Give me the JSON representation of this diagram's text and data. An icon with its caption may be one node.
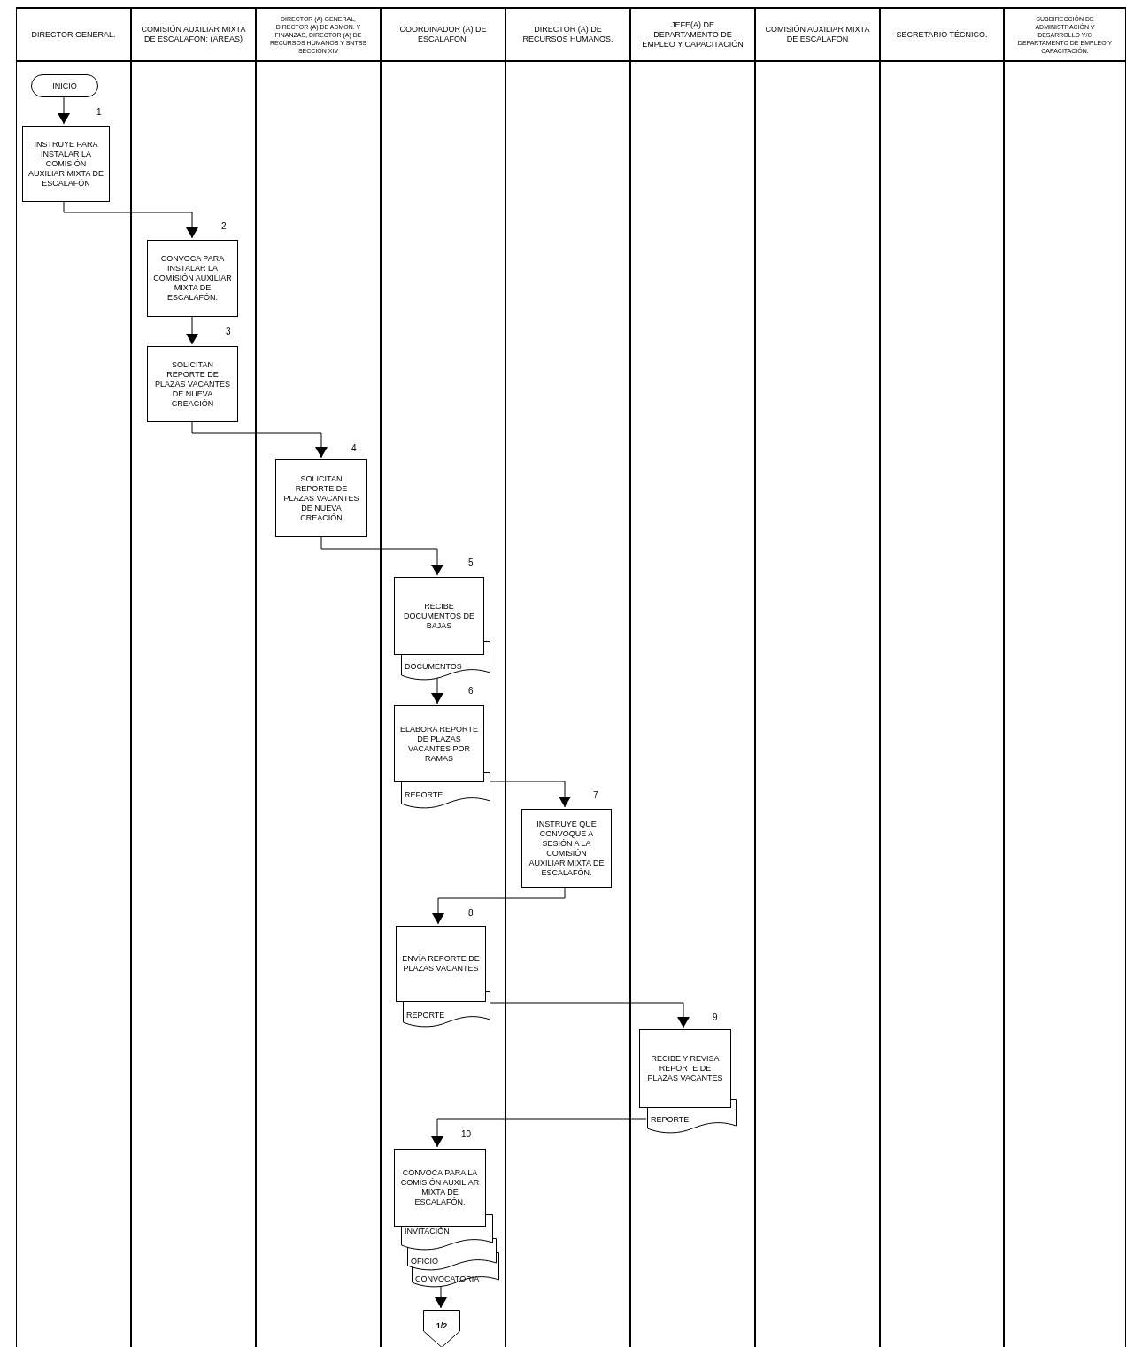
{
  "diagram": {
    "nodes": [
      {
        "text": [
          "DIRECTOR GENERAL."
        ]
      },
      {
        "text": [
          "COMISIÓN AUXILIAR MIXTA DE ESCALAFÓN: (ÁREAS)"
        ]
      },
      {
        "text": [
          "DIRECTOR (A) GENERAL, DIRECTOR (A) DE ADMON. Y FINANZAS, DIRECTOR (A) DE RECURSOS HUMANOS Y SNTSS SECCIÓN XIV"
        ]
      },
      {
        "text": [
          "COORDINADOR (A) DE ESCALAFÓN."
        ]
      },
      {
        "text": [
          "DIRECTOR (A) DE RECURSOS HUMANOS."
        ]
      },
      {
        "text": [
          "JEFE(A) DE DEPARTAMENTO DE EMPLEO Y CAPACITACIÓN"
        ]
      },
      {
        "text": [
          "COMISIÓN AUXILIAR MIXTA DE ESCALAFÓN"
        ]
      },
      {
        "text": [
          "SECRETARIO TÉCNICO."
        ]
      },
      {
        "text": [
          "SUBDIRECCIÓN DE ADMINISTRACIÓN Y DESARROLLO Y/O DEPARTAMENTO DE EMPLEO Y CAPACITACIÓN."
        ]
      },
      {
        "text": [
          "INICIO"
        ],
        "in": 0
      },
      {
        "text": [
          "INSTRUYE PARA INSTALAR LA COMISIÓN AUXILIAR MIXTA DE ESCALAFÓN"
        ],
        "beside": [
          "1"
        ],
        "in": 0
      },
      {
        "text": [
          "CONVOCA PARA INSTALAR LA COMISIÓN AUXILIAR MIXTA DE ESCALAFÓN."
        ],
        "beside": [
          "2"
        ],
        "in": 1
      },
      {
        "text": [
          "SOLICITAN REPORTE DE PLAZAS VACANTES DE NUEVA CREACIÓN"
        ],
        "beside": [
          "3"
        ],
        "in": 1
      },
      {
        "text": [
          "SOLICITAN REPORTE DE PLAZAS VACANTES DE NUEVA CREACIÓN"
        ],
        "beside": [
          "4"
        ],
        "in": 2
      },
      {
        "text": [
          "RECIBE DOCUMENTOS DE BAJAS"
        ],
        "beside": [
          "5"
        ],
        "in": 3
      },
      {
        "text": [
          "DOCUMENTOS"
        ],
        "in": 3
      },
      {
        "text": [
          "ELABORA REPORTE DE PLAZAS VACANTES POR RAMAS"
        ],
        "beside": [
          "6"
        ],
        "in": 3
      },
      {
        "text": [
          "REPORTE"
        ],
        "in": 3
      },
      {
        "text": [
          "INSTRUYE QUE CONVOQUE A SESIÓN A LA COMISIÓN AUXILIAR MIXTA DE ESCALAFÓN."
        ],
        "beside": [
          "7"
        ],
        "in": 4
      },
      {
        "text": [
          "ENVÍA REPORTE DE PLAZAS VACANTES"
        ],
        "beside": [
          "8"
        ],
        "in": 3
      },
      {
        "text": [
          "REPORTE"
        ],
        "in": 3
      },
      {
        "text": [
          "RECIBE Y REVISA REPORTE DE PLAZAS VACANTES"
        ],
        "beside": [
          "9"
        ],
        "in": 5
      },
      {
        "text": [
          "REPORTE"
        ],
        "in": 5
      },
      {
        "text": [
          "CONVOCA PARA LA COMISIÓN AUXILIAR MIXTA DE ESCALAFÓN."
        ],
        "beside": [
          "10"
        ],
        "in": 3
      },
      {
        "text": [
          "INVITACIÓN"
        ],
        "in": 3
      },
      {
        "text": [
          "OFICIO"
        ],
        "in": 3
      },
      {
        "text": [
          "CONVOCATORIA"
        ],
        "in": 3
      },
      {
        "text": [
          "1/2"
        ],
        "in": 3
      }
    ],
    "edges": [
      {
        "from": 9,
        "to": 10,
        "arrow": "to"
      },
      {
        "from": 10,
        "to": 11,
        "arrow": "to"
      },
      {
        "from": 11,
        "to": 12,
        "arrow": "to"
      },
      {
        "from": 12,
        "to": 13,
        "arrow": "to"
      },
      {
        "from": 13,
        "to": 14,
        "arrow": "to"
      },
      {
        "from": 15,
        "to": 16,
        "arrow": "to"
      },
      {
        "from": 17,
        "to": 18,
        "arrow": "to"
      },
      {
        "from": 18,
        "to": 19,
        "arrow": "to"
      },
      {
        "from": 20,
        "to": 21,
        "arrow": "to"
      },
      {
        "from": 22,
        "to": 23,
        "arrow": "to"
      },
      {
        "from": 26,
        "to": 27,
        "arrow": "to"
      }
    ]
  }
}
